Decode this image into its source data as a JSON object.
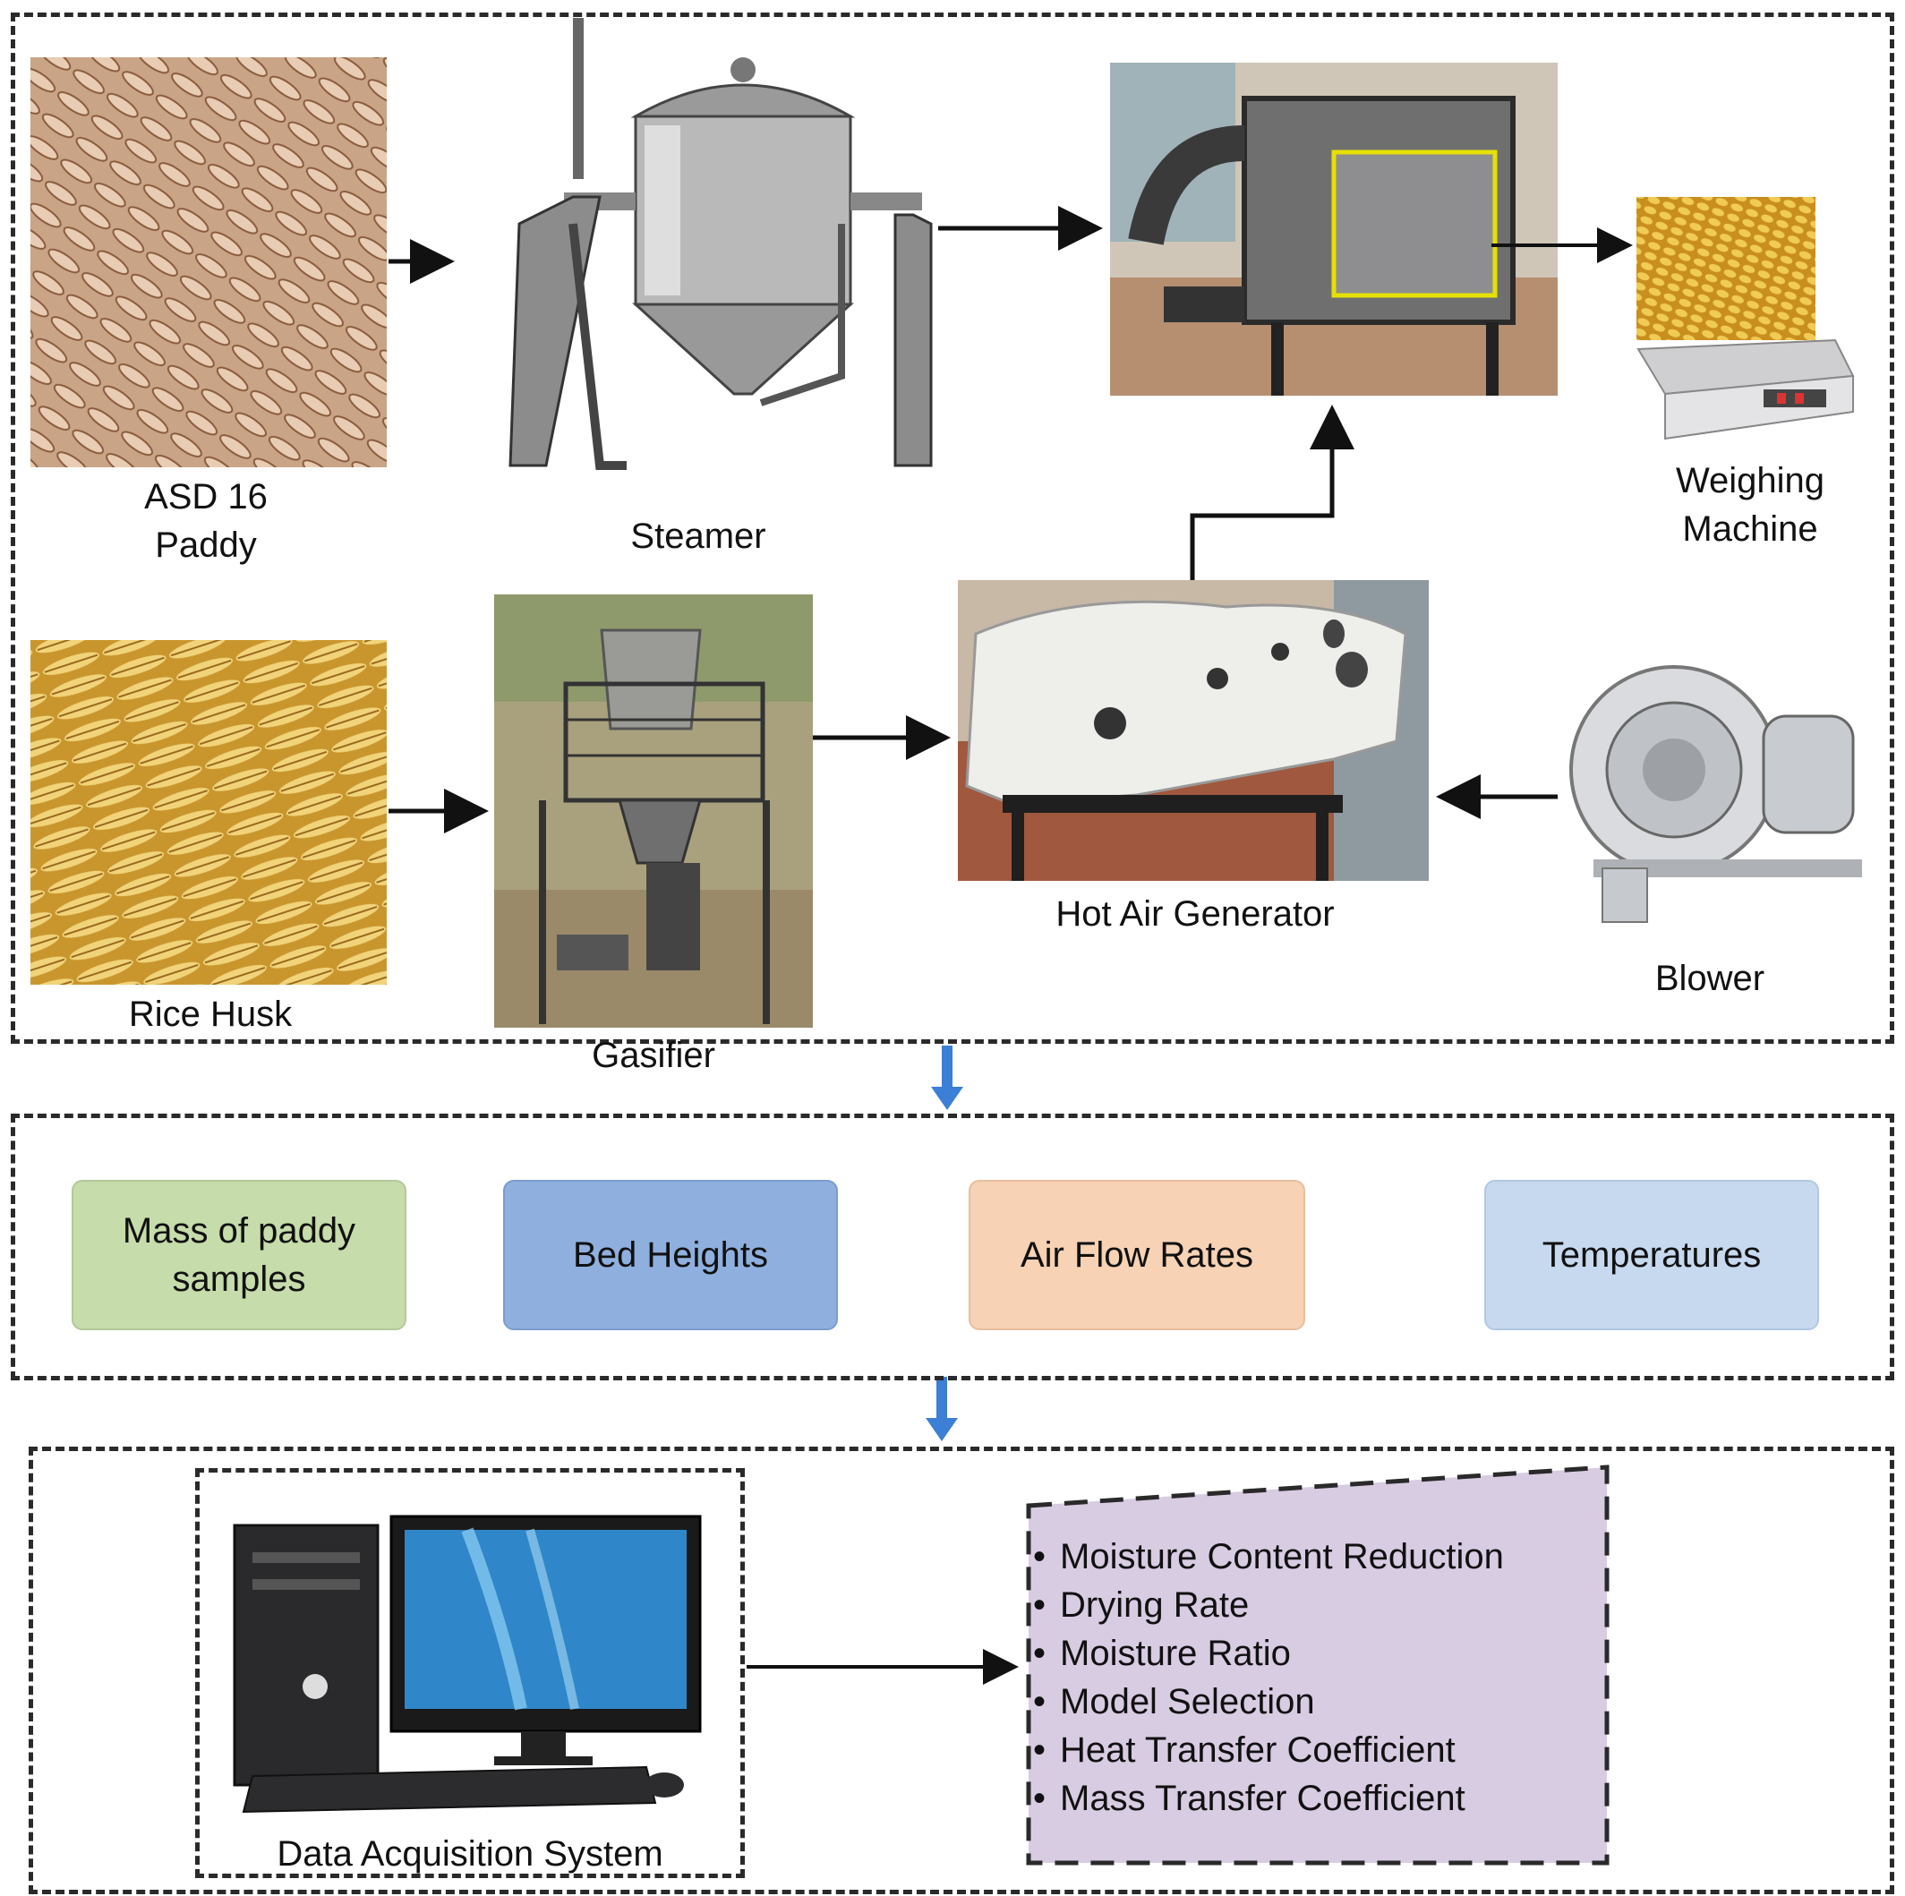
{
  "stage1": {
    "paddy_label": "ASD 16\nPaddy",
    "steamer_label": "Steamer",
    "weighing_label": "Weighing\nMachine",
    "husk_label": "Rice Husk",
    "gasifier_label": "Gasifier",
    "hag_label": "Hot Air Generator",
    "blower_label": "Blower"
  },
  "stage2": {
    "params": [
      {
        "label": "Mass of paddy\nsamples",
        "color": "#c6dcaa"
      },
      {
        "label": "Bed Heights",
        "color": "#8fb0de"
      },
      {
        "label": "Air Flow Rates",
        "color": "#f7d2b4"
      },
      {
        "label": "Temperatures",
        "color": "#c6d9ef"
      }
    ]
  },
  "stage3": {
    "daq_label": "Data Acquisition System",
    "outputs": [
      "Moisture Content Reduction",
      "Drying Rate",
      "Moisture Ratio",
      "Model Selection",
      "Heat Transfer Coefficient",
      "Mass Transfer Coefficient"
    ],
    "outputs_color": "#d8cce3"
  },
  "colors": {
    "down_arrow": "#3b7fd6",
    "dash": "#2a2a2a"
  }
}
